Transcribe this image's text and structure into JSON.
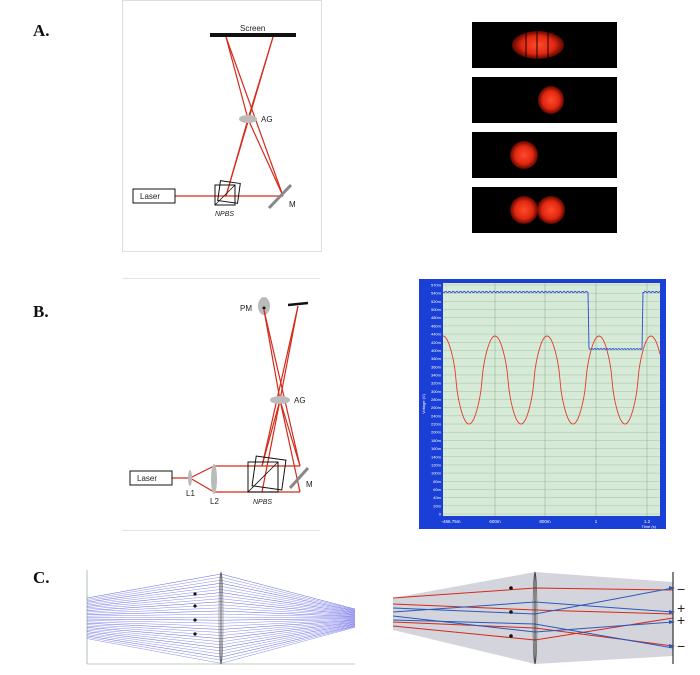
{
  "panels": {
    "a": {
      "label": "A."
    },
    "b": {
      "label": "B."
    },
    "c": {
      "label": "C."
    }
  },
  "setup_a": {
    "screen": "Screen",
    "ag": "AG",
    "laser": "Laser",
    "npbs": "NPBS",
    "mirror": "M"
  },
  "setup_b": {
    "pm": "PM",
    "ag": "AG",
    "laser": "Laser",
    "l1": "L1",
    "l2": "L2",
    "npbs": "NPBS",
    "mirror": "M"
  },
  "scope": {
    "y_ticks": [
      "570m",
      "540m",
      "520m",
      "500m",
      "480m",
      "460m",
      "440m",
      "420m",
      "400m",
      "380m",
      "360m",
      "340m",
      "320m",
      "300m",
      "280m",
      "260m",
      "240m",
      "220m",
      "200m",
      "180m",
      "160m",
      "140m",
      "120m",
      "100m",
      "80m",
      "60m",
      "40m",
      "20m",
      "0"
    ],
    "x_ticks": [
      "-466.75m",
      "600m",
      "800m",
      "1",
      "1.2"
    ],
    "x_unit": "Time (s)",
    "y_unit": "Voltage (V)"
  },
  "signs": [
    "−",
    "+",
    "+",
    "−"
  ],
  "colors": {
    "beam": "#d42a1a",
    "scope_bg": "#d7ead8",
    "scope_frame": "#1a3fd6",
    "trace_red": "#e23a2a",
    "trace_blue": "#2a4ad6",
    "ray_blue": "#2a5ab8"
  }
}
